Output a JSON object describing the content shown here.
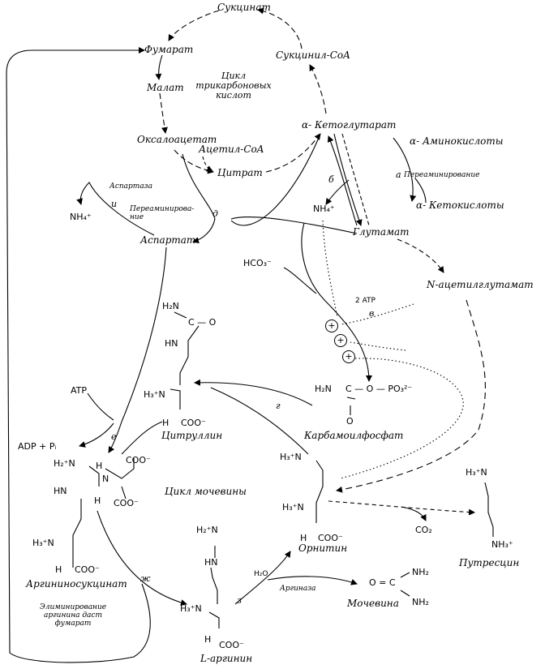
{
  "labels": {
    "succinate": "Сукцинат",
    "fumarate": "Фумарат",
    "succinyl_coa": "Сукцинил-CoA",
    "malate": "Малат",
    "tca_cycle": "Цикл\nтрикарбоновых\nкислот",
    "oxaloacetate": "Оксалоацетат",
    "acetyl_coa": "Ацетил-CoA",
    "citrate": "Цитрат",
    "alpha_ketoglutarate": "α- Кетоглутарат",
    "alpha_amino_acids": "α- Аминокислоты",
    "transamination_right": "Переаминирование",
    "alpha_keto_acids": "α- Кетокислоты",
    "aspartase": "Аспартаза",
    "nh4_left": "NH₄⁺",
    "transamination_left": "Переаминирова-\nние",
    "nh4_center": "NH₄⁺",
    "glutamate": "Глутамат",
    "aspartate": "Аспартат",
    "hco3": "HCO₃⁻",
    "n_acetylglutamate": "N-ацетилглутамат",
    "two_atp": "2 ATP",
    "citrulline_h2n": "H₂N",
    "citrulline_c_o": "C — O",
    "citrulline_hn": "HN",
    "atp": "ATP",
    "citrulline_h3n": "H₃⁺N",
    "citrulline_h": "H",
    "citrulline_coo": "COO⁻",
    "citrulline": "Цитруллин",
    "carbamoyl_h2n": "H₂N",
    "carbamoyl_c": "C — O — PO₃²⁻",
    "carbamoyl_o": "O",
    "carbamoyl_phosphate": "Карбамоилфосфат",
    "adp_pi": "ADP + Pᵢ",
    "as_h2n": "H₂⁺N",
    "as_h": "H",
    "as_coo_top": "COO⁻",
    "as_hn": "HN",
    "as_n": "N",
    "as_h2": "H",
    "as_coo_right": "COO⁻",
    "urea_cycle": "Цикл мочевины",
    "orn_h3n_top": "H₃⁺N",
    "orn_h3n": "H₃⁺N",
    "orn_h": "H",
    "orn_coo": "COO⁻",
    "ornithine": "Орнитин",
    "put_h3n": "H₃⁺N",
    "co2": "CO₂",
    "put_nh3": "NH₃⁺",
    "putrescine": "Путресцин",
    "as_h3n": "H₃⁺N",
    "as_h3": "H",
    "as_coo_bottom": "COO⁻",
    "argininosuccinate": "Аргининосукцинат",
    "elimination_note": "Элиминирование\nаргинина даст\nфумарат",
    "arg_h2n": "H₂⁺N",
    "arg_hn": "HN",
    "arg_h3n": "H₃⁺N",
    "arg_h": "H",
    "arg_coo": "COO⁻",
    "l_arginine": "L-аргинин",
    "h2o": "H₂O",
    "arginase": "Аргиназа",
    "urea_nh2_top": "NH₂",
    "urea_o_c": "O = C",
    "urea": "Мочевина",
    "urea_nh2_bottom": "NH₂"
  },
  "enzyme_letters": {
    "a": "а",
    "b": "б",
    "v": "в",
    "g": "г",
    "d": "д",
    "e": "е",
    "zh": "ж",
    "z": "з",
    "i": "и"
  },
  "effectors": [
    "+",
    "+",
    "+"
  ]
}
